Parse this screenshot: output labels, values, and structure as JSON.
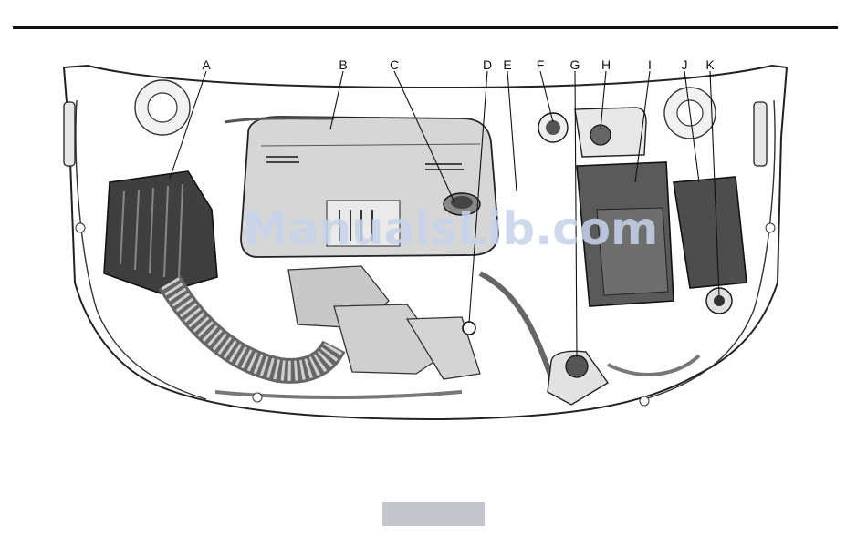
{
  "figure": {
    "callouts": [
      "A",
      "B",
      "C",
      "D",
      "E",
      "F",
      "G",
      "H",
      "I",
      "J",
      "K"
    ],
    "watermark": "ManualsLib.com"
  }
}
